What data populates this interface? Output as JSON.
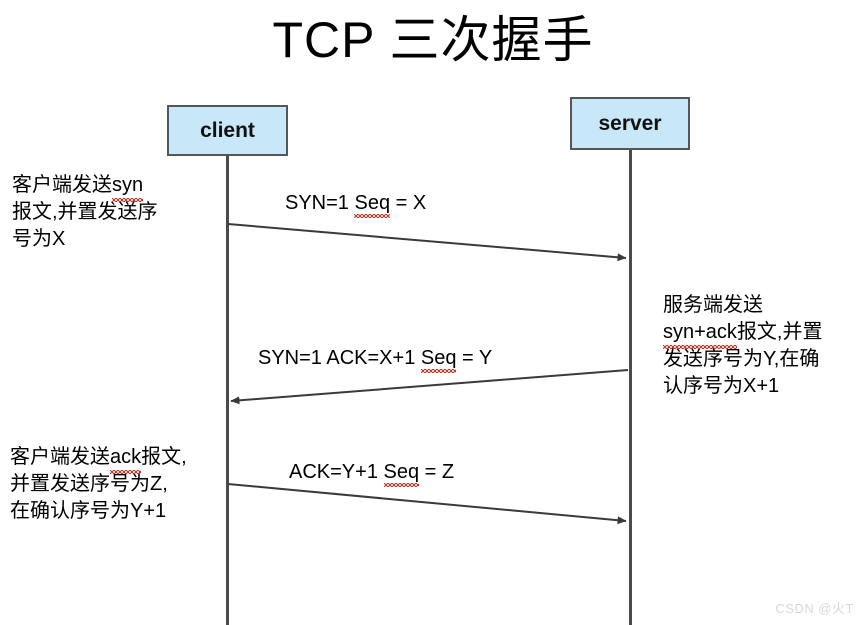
{
  "diagram": {
    "title": "TCP 三次握手",
    "type": "sequence-diagram",
    "colors": {
      "actor_fill": "#c8e8fa",
      "actor_border": "#565656",
      "lifeline": "#4a4a4a",
      "arrow": "#3a3a3a",
      "text": "#000000",
      "spellcheck_underline": "#c0392b",
      "watermark": "#d7d7d7",
      "background": "#ffffff"
    },
    "actors": [
      {
        "id": "client",
        "label": "client"
      },
      {
        "id": "server",
        "label": "server"
      }
    ],
    "messages": [
      {
        "id": "msg-1",
        "label_prefix": "SYN=1  ",
        "label_misspelled": "Seq",
        "label_suffix": " = X",
        "full_label": "SYN=1  Seq = X",
        "direction": "client-to-server"
      },
      {
        "id": "msg-2",
        "label_prefix": "SYN=1  ACK=X+1 ",
        "label_misspelled": "Seq",
        "label_suffix": " = Y",
        "full_label": "SYN=1  ACK=X+1 Seq = Y",
        "direction": "server-to-client"
      },
      {
        "id": "msg-3",
        "label_prefix": "ACK=Y+1 ",
        "label_misspelled": "Seq",
        "label_suffix": " = Z",
        "full_label": "ACK=Y+1 Seq = Z",
        "direction": "client-to-server"
      }
    ],
    "annotations": {
      "client_syn": {
        "line1_prefix": "客户端发送",
        "line1_misspelled": "syn",
        "line2": "报文,并置发送序",
        "line3": "号为X"
      },
      "server_synack": {
        "line1": "服务端发送",
        "line2_misspelled": "syn+ack",
        "line2_suffix": "报文,并置",
        "line3": "发送序号为Y,在确",
        "line4": "认序号为X+1"
      },
      "client_ack": {
        "line1_prefix": "客户端发送",
        "line1_misspelled": "ack",
        "line1_suffix": "报文,",
        "line2": "并置发送序号为Z,",
        "line3": "在确认序号为Y+1"
      }
    },
    "watermark": "CSDN @火T"
  }
}
